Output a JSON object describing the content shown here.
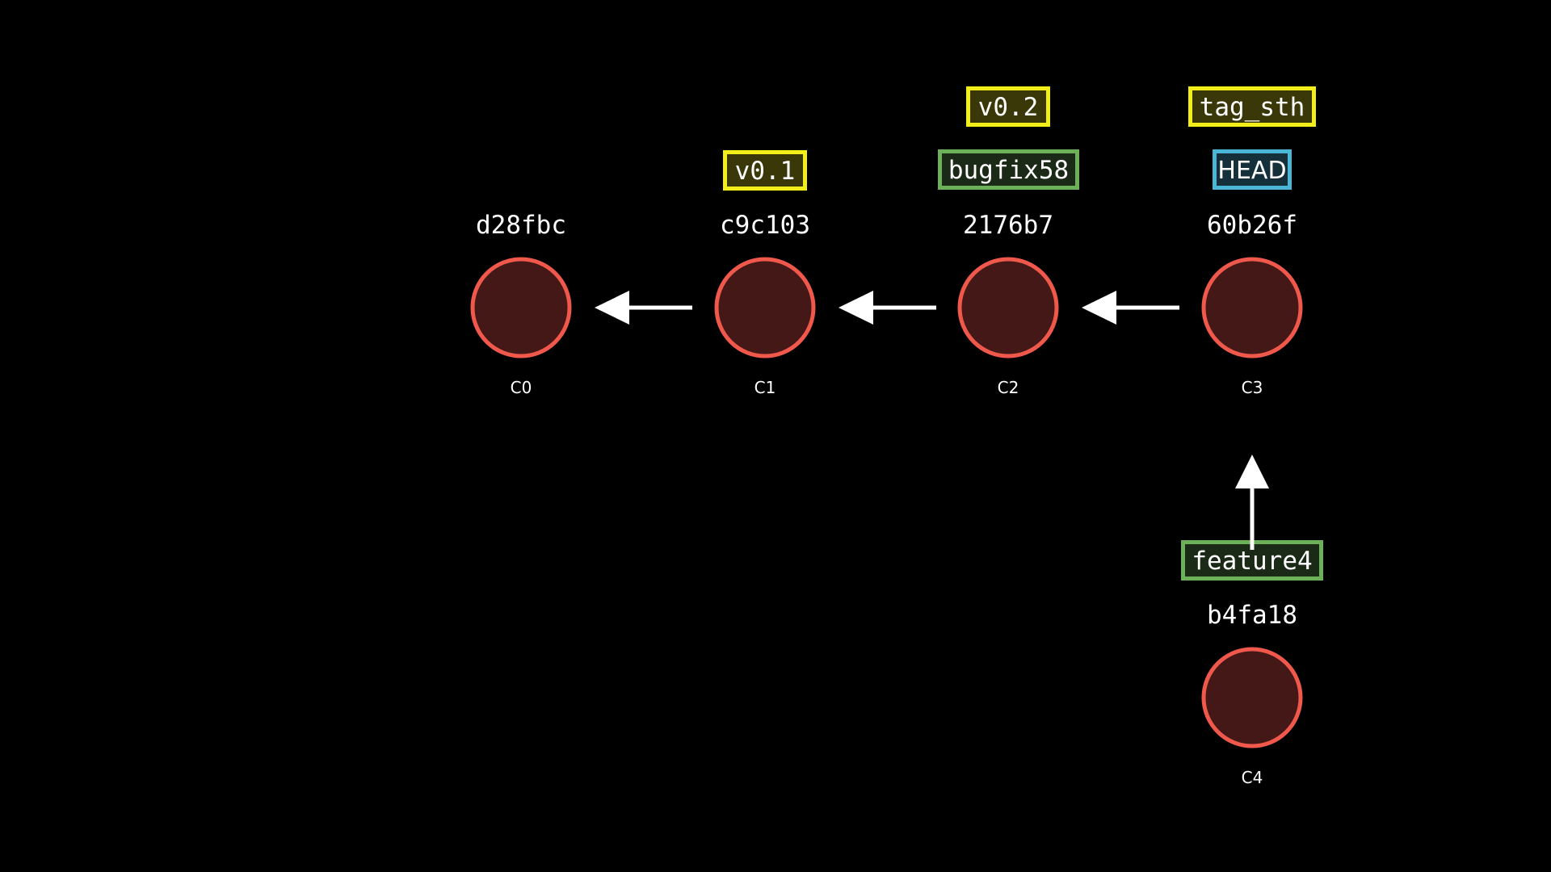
{
  "colors": {
    "background": "#000000",
    "commit_stroke": "#f0584c",
    "commit_fill": "#431816",
    "tag_stroke": "#f2ee1a",
    "tag_fill": "#3a3808",
    "branch_stroke": "#6db05a",
    "branch_fill": "#1b2a17",
    "head_stroke": "#4bb6d6",
    "head_fill": "#15303a",
    "arrow": "#ffffff",
    "text": "#ffffff"
  },
  "commits": [
    {
      "id": "C0",
      "hash": "d28fbc"
    },
    {
      "id": "C1",
      "hash": "c9c103"
    },
    {
      "id": "C2",
      "hash": "2176b7"
    },
    {
      "id": "C3",
      "hash": "60b26f"
    },
    {
      "id": "C4",
      "hash": "b4fa18"
    }
  ],
  "refs": [
    {
      "label": "v0.1",
      "kind": "tag",
      "commit": "C1"
    },
    {
      "label": "v0.2",
      "kind": "tag",
      "commit": "C2"
    },
    {
      "label": "bugfix58",
      "kind": "branch",
      "commit": "C2"
    },
    {
      "label": "tag_sth",
      "kind": "tag",
      "commit": "C3"
    },
    {
      "label": "HEAD",
      "kind": "head",
      "commit": "C3"
    },
    {
      "label": "feature4",
      "kind": "branch",
      "commit": "C4"
    }
  ],
  "edges": [
    {
      "from": "C1",
      "to": "C0"
    },
    {
      "from": "C2",
      "to": "C1"
    },
    {
      "from": "C3",
      "to": "C2"
    },
    {
      "from": "feature4",
      "to": "C3"
    }
  ]
}
